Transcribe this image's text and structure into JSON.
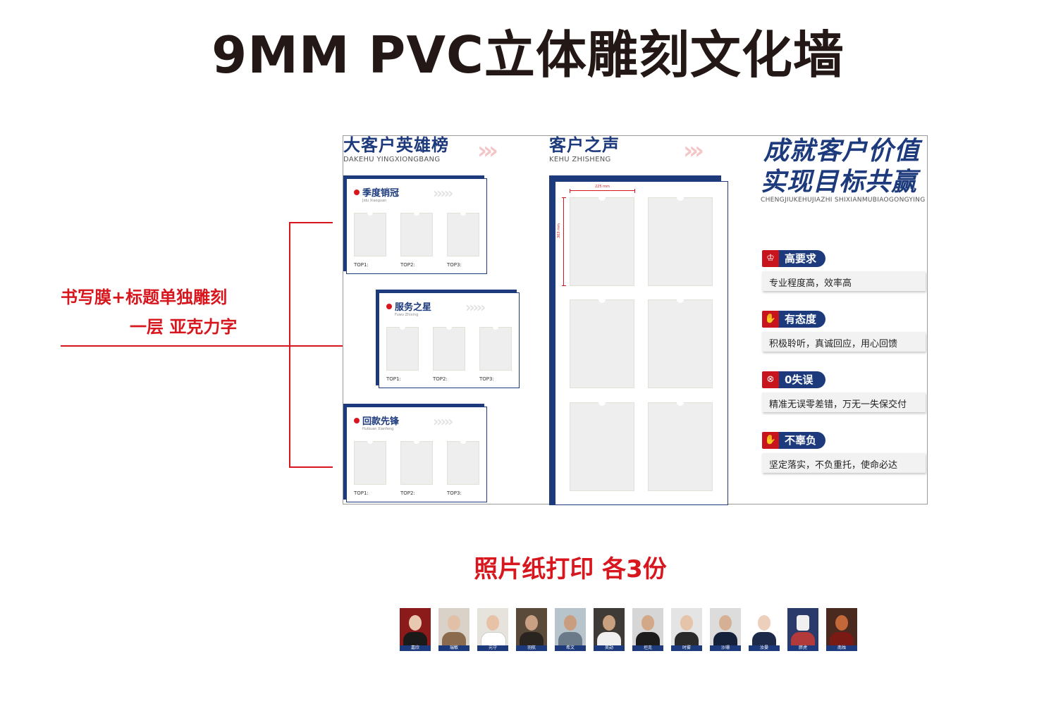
{
  "title": "9MM PVC立体雕刻文化墙",
  "notes": {
    "line1": "书写膜+标题单独雕刻",
    "line2": "一层 亚克力字",
    "photo_note": "照片纸打印  各3份"
  },
  "board": {
    "section1": {
      "title": "大客户英雄榜",
      "subtitle": "DAKEHU YINGXIONGBANG"
    },
    "section2": {
      "title": "客户之声",
      "subtitle": "KEHU ZHISHENG"
    },
    "cards": [
      {
        "title": "季度销冠",
        "subtitle": "Jidu Xiaoguan",
        "tops": [
          "TOP1:",
          "TOP2:",
          "TOP3:"
        ]
      },
      {
        "title": "服务之星",
        "subtitle": "Fuwu Zhixing",
        "tops": [
          "TOP1:",
          "TOP2:",
          "TOP3:"
        ]
      },
      {
        "title": "回款先锋",
        "subtitle": "Huikuan Xianfeng",
        "tops": [
          "TOP1:",
          "TOP2:",
          "TOP3:"
        ]
      }
    ],
    "dims": {
      "width": "225 mm",
      "height": "303 mm"
    },
    "slogan": {
      "line1": "成就客户价值",
      "line2": "实现目标共赢",
      "pinyin": "CHENGJIUKEHUJIAZHI SHIXIANMUBIAOGONGYING"
    },
    "values": [
      {
        "label": "高要求",
        "desc": "专业程度高，效率高",
        "icon": "award-icon",
        "glyph": "♔"
      },
      {
        "label": "有态度",
        "desc": "积极聆听，真诚回应，用心回馈",
        "icon": "thumbs-up-icon",
        "glyph": "✋"
      },
      {
        "label": "0失误",
        "desc": "精准无误零差错，万无一失保交付",
        "icon": "close-circle-icon",
        "glyph": "⊗"
      },
      {
        "label": "不辜负",
        "desc": "坚定落实，不负重托，使命必达",
        "icon": "hand-icon",
        "glyph": "✋"
      }
    ]
  },
  "photos": [
    "嘉欣",
    "瑞敏",
    "元守",
    "羽航",
    "希文",
    "昊勋",
    "坦克",
    "时雾",
    "沙珊",
    "汝晏",
    "胖虎",
    "南烛"
  ],
  "colors": {
    "navy": "#1c3a7c",
    "red": "#d7161e",
    "slot": "#eeeeee"
  }
}
